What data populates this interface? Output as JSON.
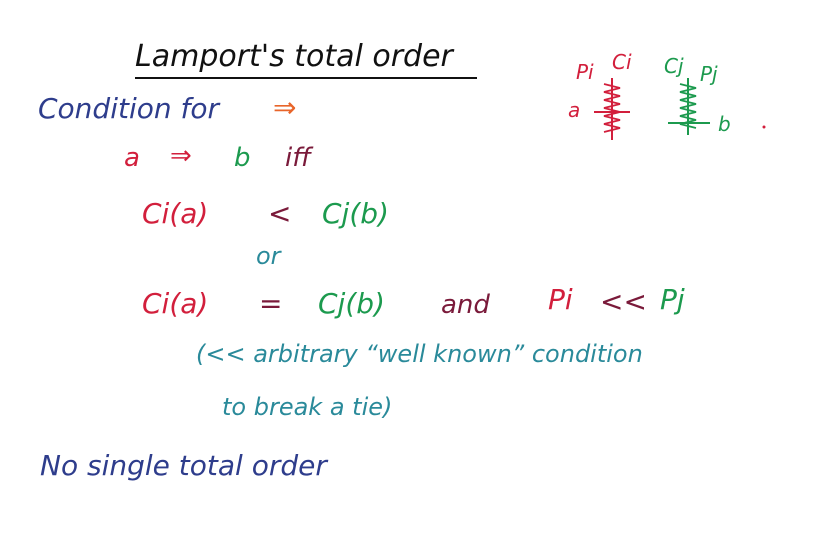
{
  "title": "Lamport's total order",
  "line1": {
    "prefix": "Condition for",
    "arrow": "⇒"
  },
  "line2": {
    "a": "a",
    "arrow": "⇒",
    "b": "b",
    "iff": "iff"
  },
  "line3": {
    "left": "Ci(a)",
    "op": "<",
    "right": "Cj(b)"
  },
  "line4": {
    "word": "or"
  },
  "line5": {
    "left": "Ci(a)",
    "eq": "=",
    "right": "Cj(b)",
    "and": "and",
    "pi": "Pi",
    "ll": "<<",
    "pj": "Pj"
  },
  "line6": {
    "text": "(<< arbitrary “well known” condition"
  },
  "line7": {
    "text": "to break a tie)"
  },
  "line8": {
    "text": "No single total order"
  },
  "diagram": {
    "pi_label": "Pi",
    "ci_label": "Ci",
    "cj_label": "Cj",
    "pj_label": "Pj",
    "a_label": "a",
    "b_label": "b",
    "colors": {
      "red": "#d21f3c",
      "green": "#1c9a4e",
      "blue": "#2e3d8c",
      "orange": "#e8652a"
    }
  }
}
